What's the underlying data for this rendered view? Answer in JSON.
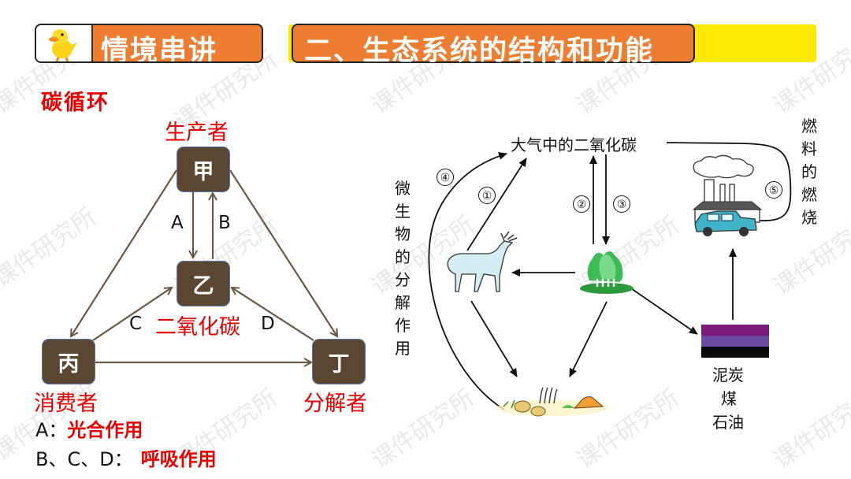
{
  "header": {
    "section_label": "情境串讲",
    "section_title": "二、生态系统的结构和功能",
    "mascot_icon": "duck-icon",
    "colors": {
      "label_bg": "#ed7d31",
      "bar_bg": "#ffe800"
    }
  },
  "left_diagram": {
    "title": "碳循环",
    "nodes": {
      "jia": {
        "char": "甲",
        "role": "生产者"
      },
      "yi": {
        "char": "乙",
        "role": "二氧化碳"
      },
      "bing": {
        "char": "丙",
        "role": "消费者"
      },
      "ding": {
        "char": "丁",
        "role": "分解者"
      }
    },
    "arrow_labels": {
      "a": "A",
      "b": "B",
      "c": "C",
      "d": "D"
    },
    "legend": [
      {
        "key": "A：",
        "value": "光合作用"
      },
      {
        "key": "B、C、D：",
        "value": "呼吸作用"
      }
    ]
  },
  "right_diagram": {
    "atmosphere_label": "大气中的二氧化碳",
    "microbe_label": "微生物的分解作用",
    "fuel_label": "燃料的燃烧",
    "fossil_label": [
      "泥炭",
      "煤",
      "石油"
    ],
    "step_markers": [
      "①",
      "②",
      "③",
      "④",
      "⑤"
    ],
    "icons": [
      "deer-icon",
      "tree-icon",
      "factory-car-icon",
      "remains-icon",
      "fossil-layers-icon"
    ]
  },
  "watermark": "课件研究所"
}
